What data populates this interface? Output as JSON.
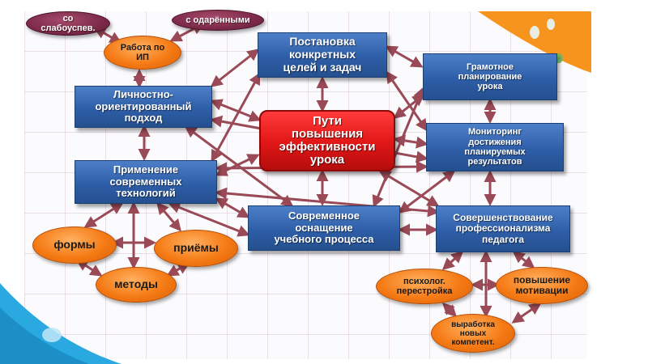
{
  "diagram": {
    "center": "Пути\nповышения\nэффективности\nурока",
    "boxes": {
      "goals": "Постановка\nконкретных\nцелей и задач",
      "planning": "Грамотное\nпланирование\nурока",
      "personal": "Личностно-\nориентированный\nподход",
      "monitoring": "Мониторинг\nдостижения\nпланируемых\nрезультатов",
      "technologies": "Применение\nсовременных\nтехнологий",
      "equipment": "Современное\nоснащение\nучебного процесса",
      "professionalism": "Совершенствование\nпрофессионализма\nпедагога"
    },
    "ovals": {
      "weak": "со\nслабоуспев.",
      "gifted": "с одарёнными",
      "ip_work": "Работа по\nИП",
      "forms": "формы",
      "methods": "методы",
      "techniques": "приёмы",
      "psych": "психолог.\nперестройка",
      "motivation": "повышение\nмотивации",
      "competence": "выработка\nновых\nкомпетент."
    }
  },
  "colors": {
    "box_blue": "#2e5ea8",
    "center_red": "#e01616",
    "oval_orange": "#f57a14",
    "oval_maroon": "#7d2a48",
    "arrow": "#9a4a56",
    "accent_orange": "#f7941d",
    "accent_cyan": "#29a9e0"
  }
}
